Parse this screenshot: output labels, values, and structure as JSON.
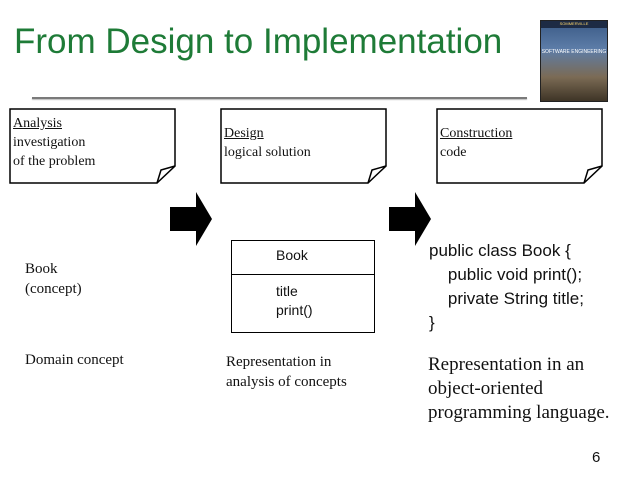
{
  "slide": {
    "title": "From Design to Implementation",
    "number": "6",
    "cover": {
      "top_text": "SOMMERVILLE",
      "title_text": "SOFTWARE ENGINEERING",
      "colors": {
        "sky": "#3a5a86",
        "ground": "#3e3426"
      }
    }
  },
  "phases": [
    {
      "heading": "Analysis",
      "lines": [
        "investigation",
        "of the problem"
      ]
    },
    {
      "heading": "Design",
      "lines": [
        "logical solution"
      ]
    },
    {
      "heading": "Construction",
      "lines": [
        "code"
      ]
    }
  ],
  "concept": {
    "line1": "Book",
    "line2": "(concept)"
  },
  "uml_class": {
    "name": "Book",
    "attributes": [
      "title",
      "print()"
    ]
  },
  "code_lines": [
    "public class Book {",
    "    public void print();",
    "    private String title;",
    "}"
  ],
  "captions": {
    "domain": "Domain concept",
    "analysis": [
      "Representation in",
      "analysis of concepts"
    ],
    "oo": [
      "Representation in an",
      "object-oriented",
      "programming language."
    ]
  },
  "colors": {
    "title": "#1e7b37",
    "arrow": "#000000",
    "rule": "#7a7a7a"
  }
}
